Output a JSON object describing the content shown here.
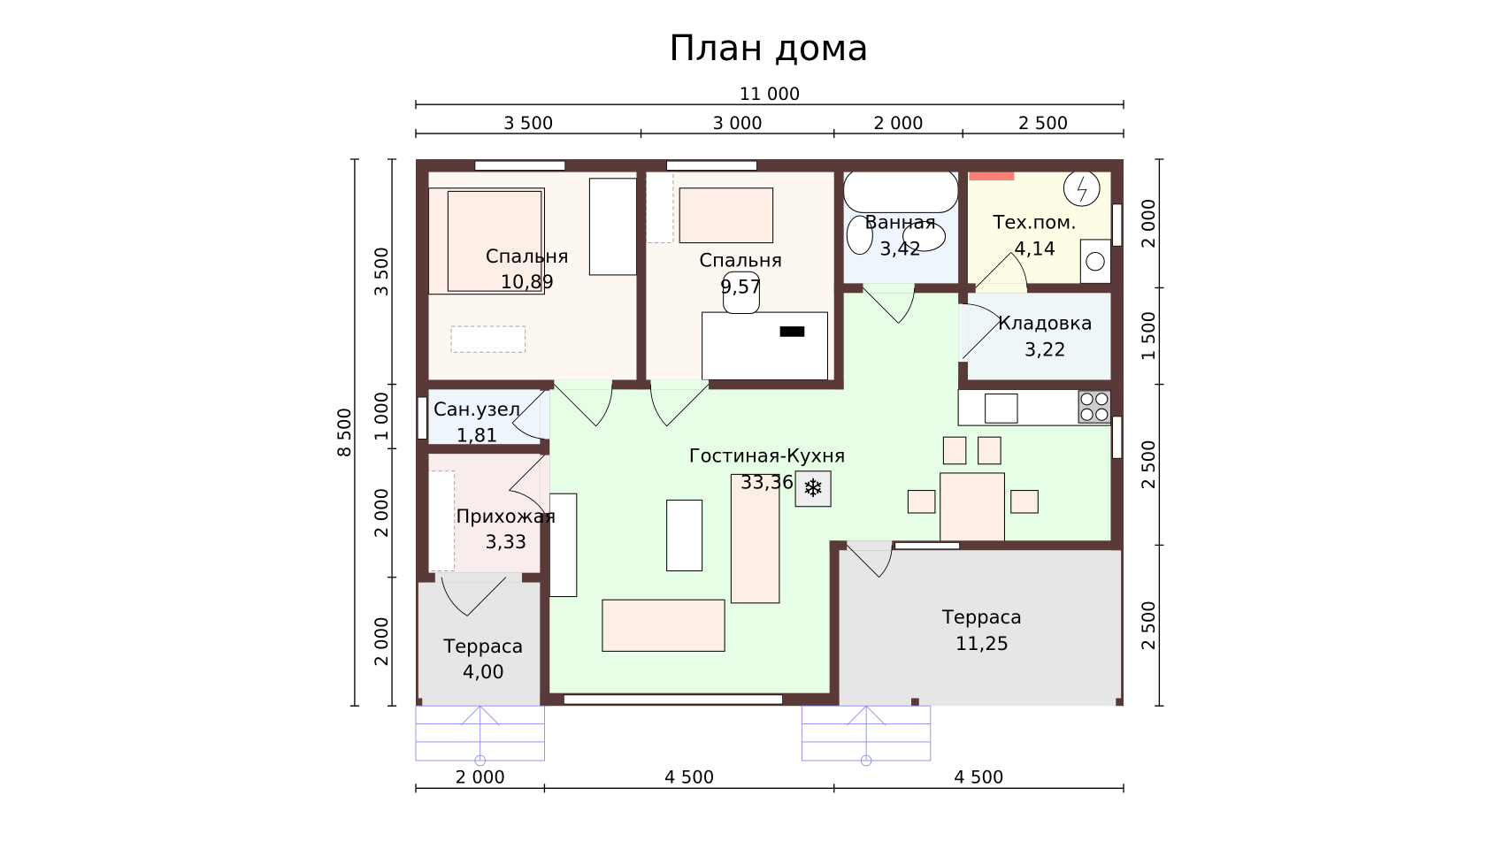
{
  "title": "План дома",
  "colors": {
    "wall": "#5a3a38",
    "bedroom": "#fdf7f2",
    "wet_room": "#eef5fc",
    "hall": "#f8ecec",
    "living": "#e6fde6",
    "tech": "#fdfde6",
    "storage": "#eef6f8",
    "terrace": "#e6e6e6"
  },
  "dimensions": {
    "top_total": "11 000",
    "top": [
      "3 500",
      "3 000",
      "2 000",
      "2 500"
    ],
    "left_total": "8 500",
    "left": [
      "3 500",
      "1 000",
      "2 000",
      "2 000"
    ],
    "right": [
      "2 000",
      "1 500",
      "2 500",
      "2 500"
    ],
    "bottom": [
      "2 000",
      "4 500",
      "4 500"
    ]
  },
  "rooms": [
    {
      "name": "Спальня",
      "area": "10,89"
    },
    {
      "name": "Спальня",
      "area": "9,57"
    },
    {
      "name": "Ванная",
      "area": "3,42"
    },
    {
      "name": "Тех.пом.",
      "area": "4,14"
    },
    {
      "name": "Кладовка",
      "area": "3,22"
    },
    {
      "name": "Сан.узел",
      "area": "1,81"
    },
    {
      "name": "Гостиная-Кухня",
      "area": "33,36"
    },
    {
      "name": "Прихожая",
      "area": "3,33"
    },
    {
      "name": "Терраса",
      "area": "4,00"
    },
    {
      "name": "Терраса",
      "area": "11,25"
    }
  ]
}
